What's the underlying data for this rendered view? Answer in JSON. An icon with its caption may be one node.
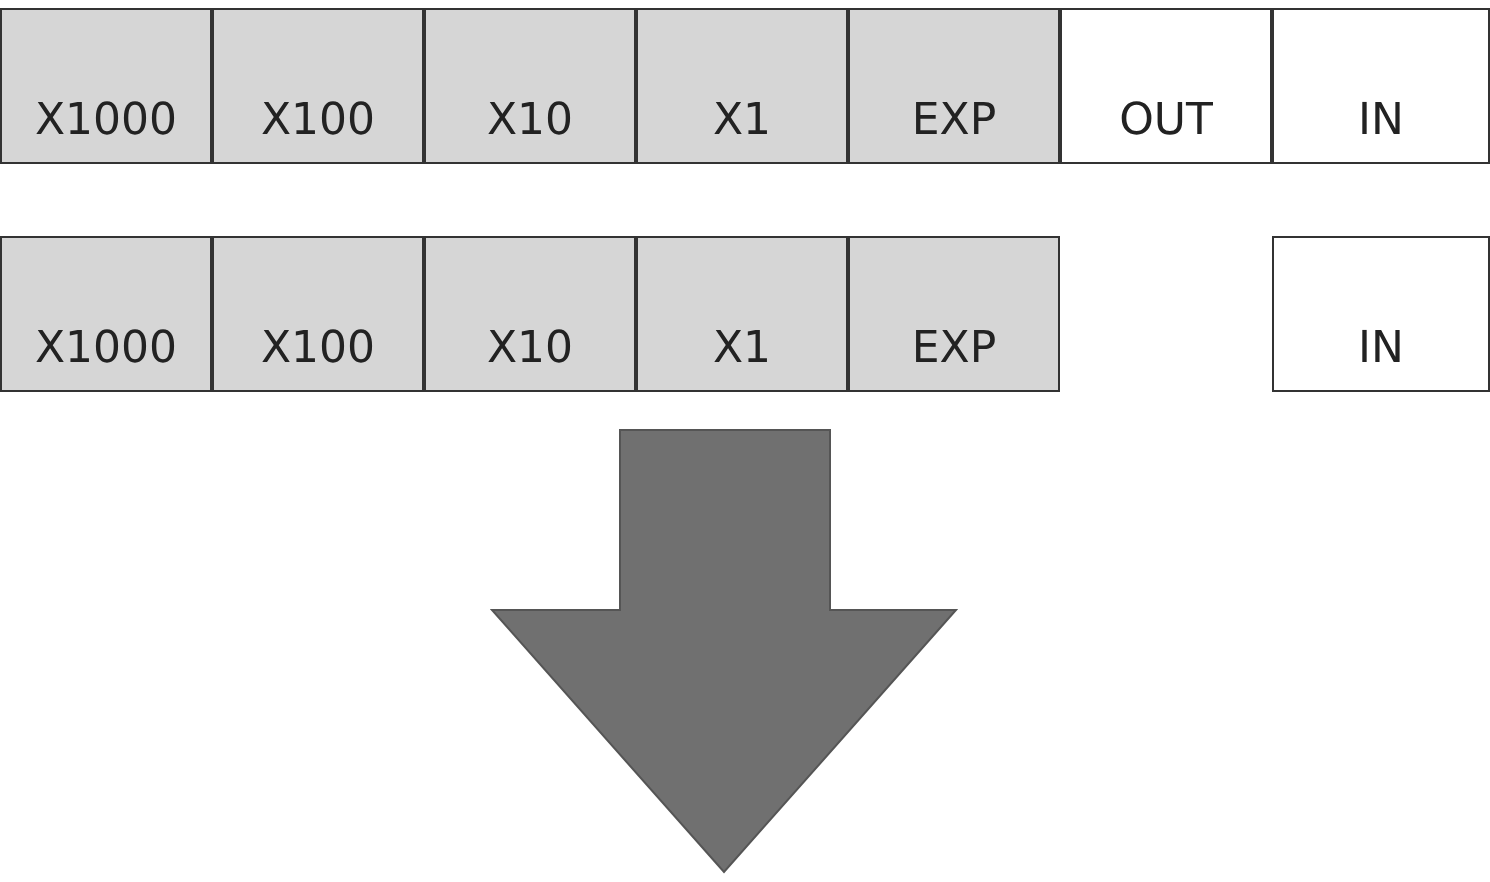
{
  "diagram": {
    "nodes": [
      {
        "text": [
          "X1000"
        ]
      },
      {
        "text": [
          "X100"
        ]
      },
      {
        "text": [
          "X10"
        ]
      },
      {
        "text": [
          "X1"
        ]
      },
      {
        "text": [
          "EXP"
        ]
      },
      {
        "text": [
          "OUT"
        ]
      },
      {
        "text": [
          "IN"
        ]
      },
      {
        "text": [
          "X1000"
        ]
      },
      {
        "text": [
          "X100"
        ]
      },
      {
        "text": [
          "X10"
        ]
      },
      {
        "text": [
          "X1"
        ]
      },
      {
        "text": [
          "EXP"
        ]
      },
      {
        "text": [
          "IN"
        ]
      }
    ]
  }
}
